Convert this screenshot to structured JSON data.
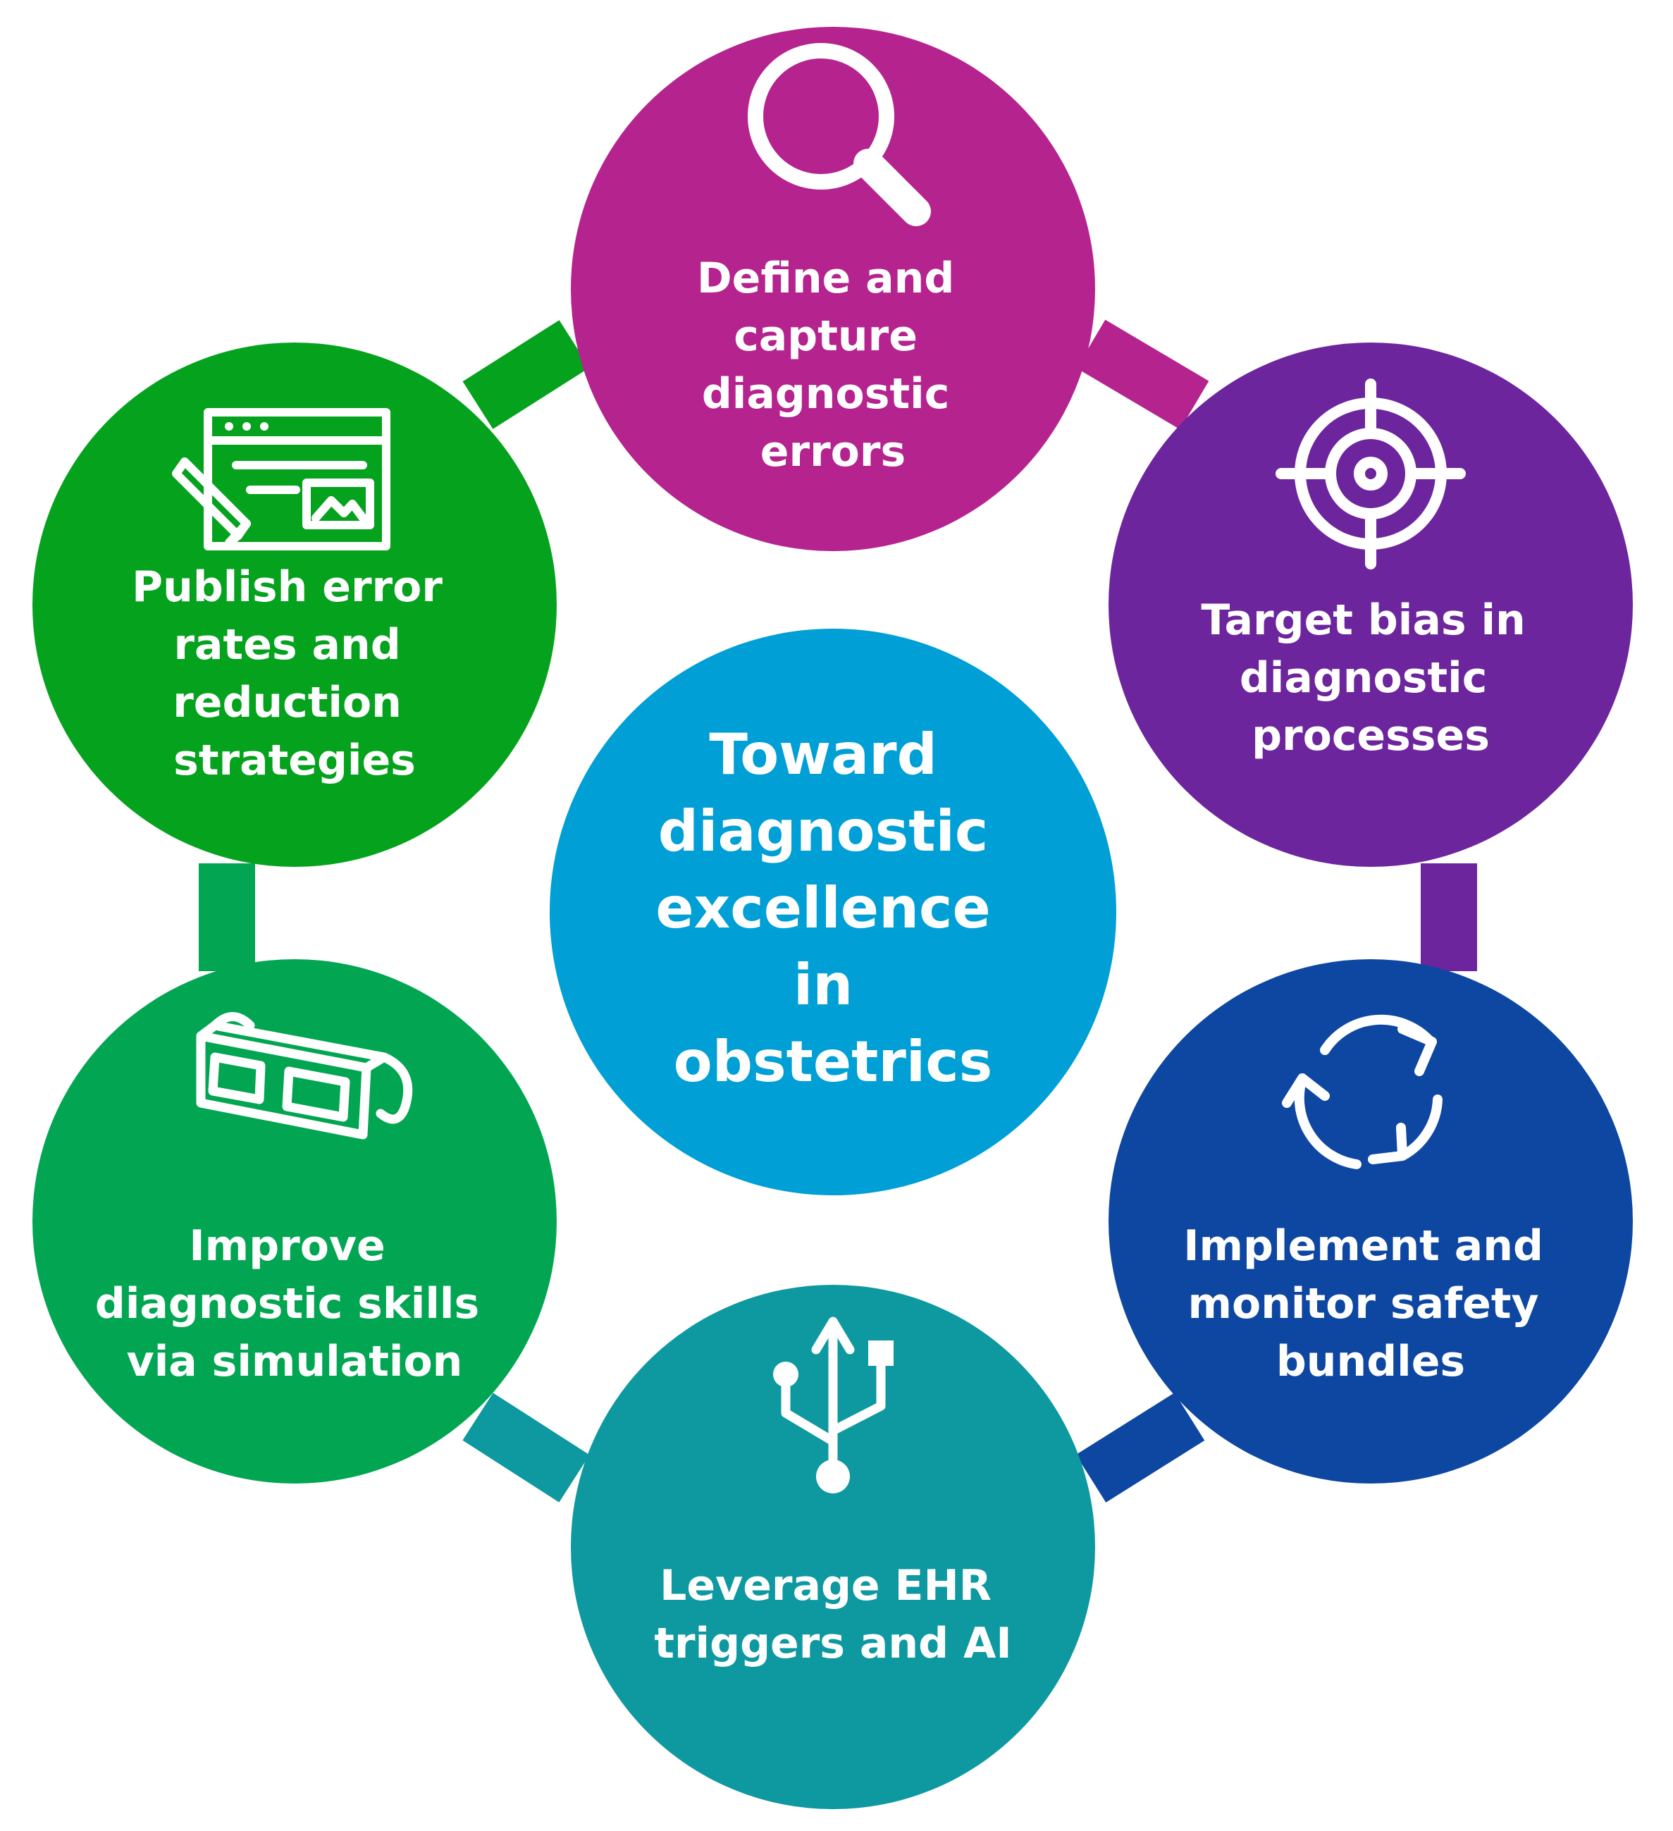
{
  "center": {
    "lines": [
      "Toward",
      "diagnostic",
      "excellence",
      "in",
      "obstetrics"
    ],
    "color": "#009FD6"
  },
  "nodes": [
    {
      "id": "define-capture",
      "lines": [
        "Define and",
        "capture",
        "diagnostic",
        "errors"
      ],
      "color": "#B5238F",
      "icon": "magnifying-glass-icon"
    },
    {
      "id": "target-bias",
      "lines": [
        "Target bias in",
        "diagnostic",
        "processes"
      ],
      "color": "#6D259E",
      "icon": "target-crosshair-icon"
    },
    {
      "id": "safety-bundles",
      "lines": [
        "Implement and",
        "monitor safety",
        "bundles"
      ],
      "color": "#0D47A1",
      "icon": "refresh-cycle-icon"
    },
    {
      "id": "ehr-triggers",
      "lines": [
        "Leverage EHR",
        "triggers and AI"
      ],
      "color": "#0E98A0",
      "icon": "usb-icon"
    },
    {
      "id": "simulation",
      "lines": [
        "Improve",
        "diagnostic skills",
        "via simulation"
      ],
      "color": "#02A652",
      "icon": "3d-glasses-icon"
    },
    {
      "id": "publish-rates",
      "lines": [
        "Publish error",
        "rates and",
        "reduction",
        "strategies"
      ],
      "color": "#05A21D",
      "icon": "web-publishing-icon"
    }
  ],
  "connector_colors": [
    "#B5238F",
    "#6D259E",
    "#0D47A1",
    "#0E98A0",
    "#02A652",
    "#05A21D"
  ]
}
